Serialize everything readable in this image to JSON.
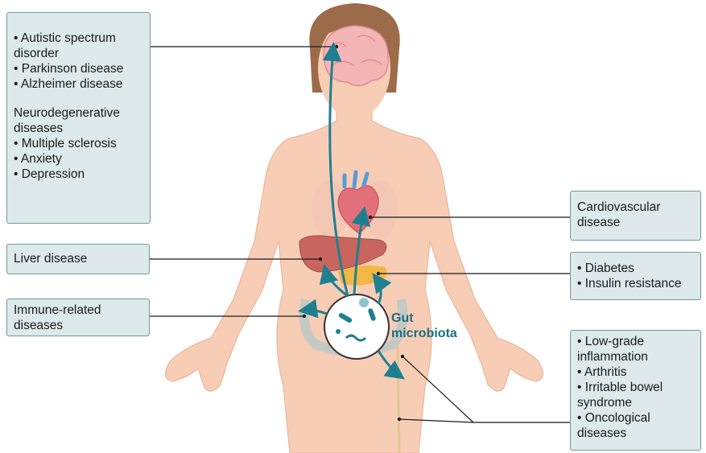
{
  "boxes": {
    "neuro": {
      "lines": [
        "• Autistic spectrum",
        "disorder",
        "• Parkinson disease",
        "• Alzheimer disease",
        "Neurodegenerative",
        "diseases",
        "• Multiple sclerosis",
        "• Anxiety",
        "• Depression"
      ]
    },
    "liver": {
      "lines": [
        "Liver disease"
      ]
    },
    "immune": {
      "lines": [
        "Immune-related",
        "diseases"
      ]
    },
    "cardio": {
      "lines": [
        "Cardiovascular",
        "disease"
      ]
    },
    "metabolic": {
      "lines": [
        "• Diabetes",
        "• Insulin resistance"
      ]
    },
    "inflammation": {
      "lines": [
        "• Low-grade",
        "inflammation",
        "• Arthritis",
        "• Irritable bowel",
        "syndrome",
        "• Oncological",
        "diseases"
      ]
    }
  },
  "center": {
    "lines": [
      "Gut",
      "microbiota"
    ]
  },
  "colors": {
    "box_fill": "#dde9ea",
    "box_border": "#6f9a9c",
    "arrow": "#1f7f8f",
    "skin": "#f7cdb6",
    "hair": "#9c6b4a"
  }
}
